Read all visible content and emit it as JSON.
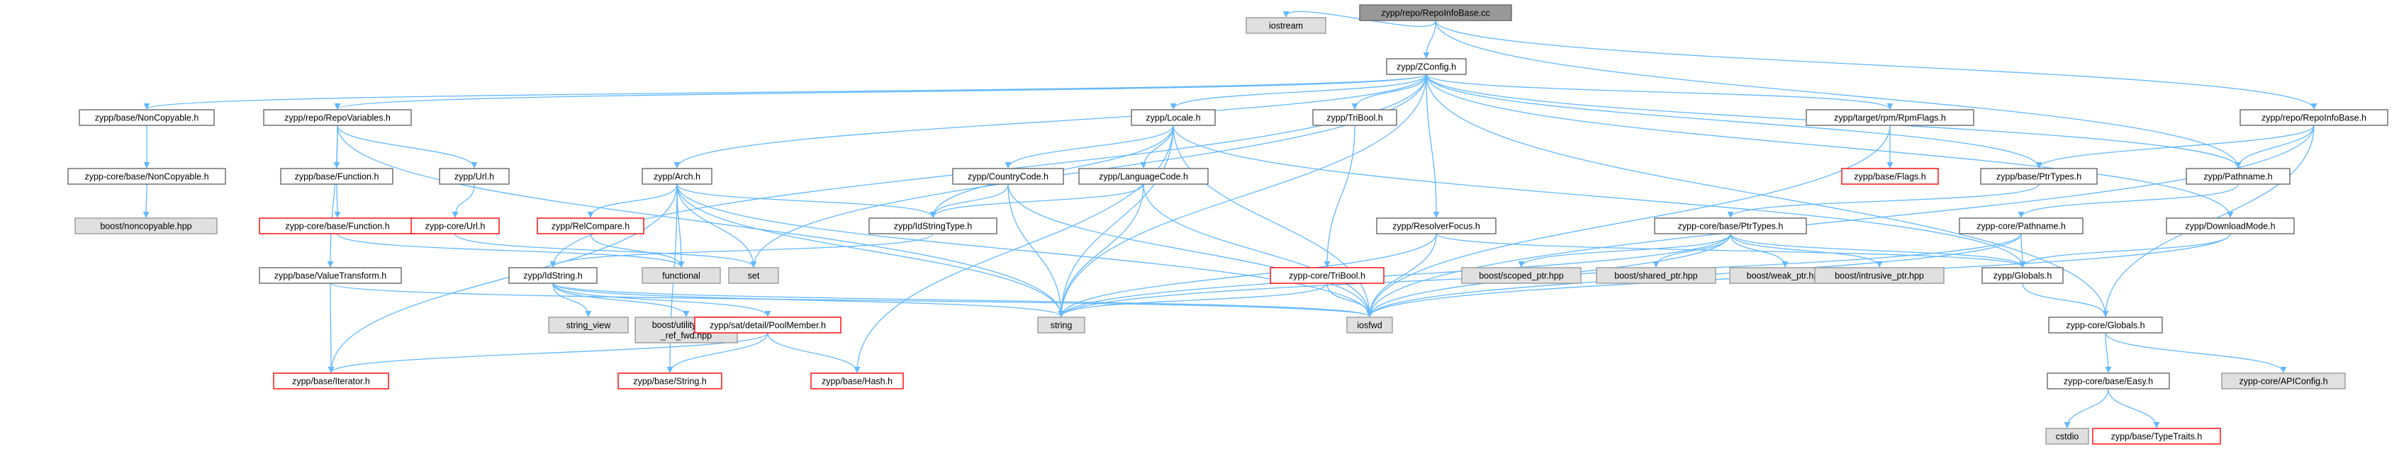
{
  "colors": {
    "edge": "#63b8ff",
    "node_fill": "#ffffff",
    "node_border": "#666666",
    "missing_fill": "#e0e0e0",
    "missing_border": "#999999",
    "truncated_border": "#ff0000",
    "root_fill": "#999999",
    "text": "#000000"
  },
  "nodes": [
    {
      "id": "root",
      "label": "zypp/repo/RepoInfoBase.cc",
      "style": "root"
    },
    {
      "id": "iostream",
      "label": "iostream",
      "style": "missing"
    },
    {
      "id": "zconfig",
      "label": "zypp/ZConfig.h",
      "style": "normal"
    },
    {
      "id": "repoinfobase_h",
      "label": "zypp/repo/RepoInfoBase.h",
      "style": "normal"
    },
    {
      "id": "base_noncopyable",
      "label": "zypp/base/NonCopyable.h",
      "style": "normal"
    },
    {
      "id": "repovariables",
      "label": "zypp/repo/RepoVariables.h",
      "style": "normal"
    },
    {
      "id": "locale",
      "label": "zypp/Locale.h",
      "style": "normal"
    },
    {
      "id": "tribool",
      "label": "zypp/TriBool.h",
      "style": "normal"
    },
    {
      "id": "rpmflags",
      "label": "zypp/target/rpm/RpmFlags.h",
      "style": "normal"
    },
    {
      "id": "core_noncopyable",
      "label": "zypp-core/base/NonCopyable.h",
      "style": "normal"
    },
    {
      "id": "boost_noncopyable",
      "label": "boost/noncopyable.hpp",
      "style": "missing"
    },
    {
      "id": "base_function",
      "label": "zypp/base/Function.h",
      "style": "normal"
    },
    {
      "id": "url",
      "label": "zypp/Url.h",
      "style": "normal"
    },
    {
      "id": "arch",
      "label": "zypp/Arch.h",
      "style": "normal"
    },
    {
      "id": "countrycode",
      "label": "zypp/CountryCode.h",
      "style": "normal"
    },
    {
      "id": "languagecode",
      "label": "zypp/LanguageCode.h",
      "style": "normal"
    },
    {
      "id": "base_flags",
      "label": "zypp/base/Flags.h",
      "style": "truncated"
    },
    {
      "id": "base_ptrtypes",
      "label": "zypp/base/PtrTypes.h",
      "style": "normal"
    },
    {
      "id": "pathname",
      "label": "zypp/Pathname.h",
      "style": "normal"
    },
    {
      "id": "core_function",
      "label": "zypp-core/base/Function.h",
      "style": "truncated"
    },
    {
      "id": "core_url",
      "label": "zypp-core/Url.h",
      "style": "truncated"
    },
    {
      "id": "relcompare",
      "label": "zypp/RelCompare.h",
      "style": "truncated"
    },
    {
      "id": "idstringtype",
      "label": "zypp/IdStringType.h",
      "style": "normal"
    },
    {
      "id": "resolverfocus",
      "label": "zypp/ResolverFocus.h",
      "style": "normal"
    },
    {
      "id": "core_ptrtypes",
      "label": "zypp-core/base/PtrTypes.h",
      "style": "normal"
    },
    {
      "id": "core_pathname",
      "label": "zypp-core/Pathname.h",
      "style": "normal"
    },
    {
      "id": "downloadmode",
      "label": "zypp/DownloadMode.h",
      "style": "normal"
    },
    {
      "id": "functional",
      "label": "functional",
      "style": "missing"
    },
    {
      "id": "set",
      "label": "set",
      "style": "missing"
    },
    {
      "id": "base_valuetransform",
      "label": "zypp/base/ValueTransform.h",
      "style": "normal"
    },
    {
      "id": "idstring",
      "label": "zypp/IdString.h",
      "style": "normal"
    },
    {
      "id": "core_tribool",
      "label": "zypp-core/TriBool.h",
      "style": "truncated"
    },
    {
      "id": "boost_scoped",
      "label": "boost/scoped_ptr.hpp",
      "style": "missing"
    },
    {
      "id": "boost_shared",
      "label": "boost/shared_ptr.hpp",
      "style": "missing"
    },
    {
      "id": "boost_weak",
      "label": "boost/weak_ptr.hpp",
      "style": "missing"
    },
    {
      "id": "boost_intrusive",
      "label": "boost/intrusive_ptr.hpp",
      "style": "missing"
    },
    {
      "id": "globals",
      "label": "zypp/Globals.h",
      "style": "normal"
    },
    {
      "id": "string_view",
      "label": "string_view",
      "style": "missing"
    },
    {
      "id": "boost_string_ref",
      "label": [
        "boost/utility/string",
        "_ref_fwd.hpp"
      ],
      "style": "missing"
    },
    {
      "id": "string",
      "label": "string",
      "style": "missing"
    },
    {
      "id": "iosfwd",
      "label": "iosfwd",
      "style": "missing"
    },
    {
      "id": "poolmember",
      "label": "zypp/sat/detail/PoolMember.h",
      "style": "truncated"
    },
    {
      "id": "core_globals",
      "label": "zypp-core/Globals.h",
      "style": "normal"
    },
    {
      "id": "base_iterator",
      "label": "zypp/base/Iterator.h",
      "style": "truncated"
    },
    {
      "id": "base_string",
      "label": "zypp/base/String.h",
      "style": "truncated"
    },
    {
      "id": "base_hash",
      "label": "zypp/base/Hash.h",
      "style": "truncated"
    },
    {
      "id": "base_easy",
      "label": "zypp-core/base/Easy.h",
      "style": "normal"
    },
    {
      "id": "apiconfig",
      "label": "zypp-core/APIConfig.h",
      "style": "missing"
    },
    {
      "id": "cstdio",
      "label": "cstdio",
      "style": "missing"
    },
    {
      "id": "typetraits",
      "label": "zypp/base/TypeTraits.h",
      "style": "truncated"
    }
  ],
  "edges": [
    [
      "root",
      "iostream"
    ],
    [
      "root",
      "zconfig"
    ],
    [
      "root",
      "repoinfobase_h"
    ],
    [
      "root",
      "pathname"
    ],
    [
      "zconfig",
      "base_noncopyable"
    ],
    [
      "zconfig",
      "repovariables"
    ],
    [
      "zconfig",
      "locale"
    ],
    [
      "zconfig",
      "tribool"
    ],
    [
      "zconfig",
      "rpmflags"
    ],
    [
      "zconfig",
      "arch"
    ],
    [
      "zconfig",
      "base_ptrtypes"
    ],
    [
      "zconfig",
      "pathname"
    ],
    [
      "zconfig",
      "resolverfocus"
    ],
    [
      "zconfig",
      "downloadmode"
    ],
    [
      "zconfig",
      "set"
    ],
    [
      "zconfig",
      "string"
    ],
    [
      "zconfig",
      "idstring"
    ],
    [
      "zconfig",
      "core_globals"
    ],
    [
      "base_noncopyable",
      "core_noncopyable"
    ],
    [
      "core_noncopyable",
      "boost_noncopyable"
    ],
    [
      "repovariables",
      "base_function"
    ],
    [
      "repovariables",
      "url"
    ],
    [
      "repovariables",
      "base_valuetransform"
    ],
    [
      "repovariables",
      "string"
    ],
    [
      "base_function",
      "core_function"
    ],
    [
      "core_function",
      "functional"
    ],
    [
      "url",
      "core_url"
    ],
    [
      "core_url",
      "set"
    ],
    [
      "arch",
      "relcompare"
    ],
    [
      "arch",
      "idstringtype"
    ],
    [
      "arch",
      "functional"
    ],
    [
      "arch",
      "set"
    ],
    [
      "arch",
      "string"
    ],
    [
      "arch",
      "iosfwd"
    ],
    [
      "arch",
      "base_iterator"
    ],
    [
      "arch",
      "base_string"
    ],
    [
      "relcompare",
      "functional"
    ],
    [
      "locale",
      "countrycode"
    ],
    [
      "locale",
      "languagecode"
    ],
    [
      "locale",
      "idstringtype"
    ],
    [
      "locale",
      "string"
    ],
    [
      "locale",
      "iosfwd"
    ],
    [
      "locale",
      "globals"
    ],
    [
      "locale",
      "base_hash"
    ],
    [
      "countrycode",
      "idstringtype"
    ],
    [
      "countrycode",
      "string"
    ],
    [
      "countrycode",
      "iosfwd"
    ],
    [
      "languagecode",
      "idstringtype"
    ],
    [
      "languagecode",
      "string"
    ],
    [
      "languagecode",
      "iosfwd"
    ],
    [
      "idstringtype",
      "idstring"
    ],
    [
      "idstring",
      "string_view"
    ],
    [
      "idstring",
      "boost_string_ref"
    ],
    [
      "idstring",
      "poolmember"
    ],
    [
      "idstring",
      "iosfwd"
    ],
    [
      "idstring",
      "string"
    ],
    [
      "poolmember",
      "base_iterator"
    ],
    [
      "poolmember",
      "base_string"
    ],
    [
      "poolmember",
      "base_hash"
    ],
    [
      "base_valuetransform",
      "base_iterator"
    ],
    [
      "base_valuetransform",
      "iosfwd"
    ],
    [
      "tribool",
      "core_tribool"
    ],
    [
      "core_tribool",
      "iosfwd"
    ],
    [
      "core_tribool",
      "string"
    ],
    [
      "rpmflags",
      "base_flags"
    ],
    [
      "rpmflags",
      "iosfwd"
    ],
    [
      "resolverfocus",
      "iosfwd"
    ],
    [
      "resolverfocus",
      "string"
    ],
    [
      "resolverfocus",
      "globals"
    ],
    [
      "base_ptrtypes",
      "core_ptrtypes"
    ],
    [
      "core_ptrtypes",
      "boost_scoped"
    ],
    [
      "core_ptrtypes",
      "boost_shared"
    ],
    [
      "core_ptrtypes",
      "boost_weak"
    ],
    [
      "core_ptrtypes",
      "boost_intrusive"
    ],
    [
      "core_ptrtypes",
      "globals"
    ],
    [
      "core_ptrtypes",
      "iosfwd"
    ],
    [
      "core_ptrtypes",
      "string"
    ],
    [
      "pathname",
      "core_pathname"
    ],
    [
      "core_pathname",
      "globals"
    ],
    [
      "core_pathname",
      "iosfwd"
    ],
    [
      "core_pathname",
      "string"
    ],
    [
      "downloadmode",
      "globals"
    ],
    [
      "downloadmode",
      "iosfwd"
    ],
    [
      "repoinfobase_h",
      "base_ptrtypes"
    ],
    [
      "repoinfobase_h",
      "pathname"
    ],
    [
      "repoinfobase_h",
      "iosfwd"
    ],
    [
      "repoinfobase_h",
      "core_globals"
    ],
    [
      "globals",
      "core_globals"
    ],
    [
      "core_globals",
      "apiconfig"
    ],
    [
      "core_globals",
      "base_easy"
    ],
    [
      "base_easy",
      "cstdio"
    ],
    [
      "base_easy",
      "typetraits"
    ]
  ]
}
